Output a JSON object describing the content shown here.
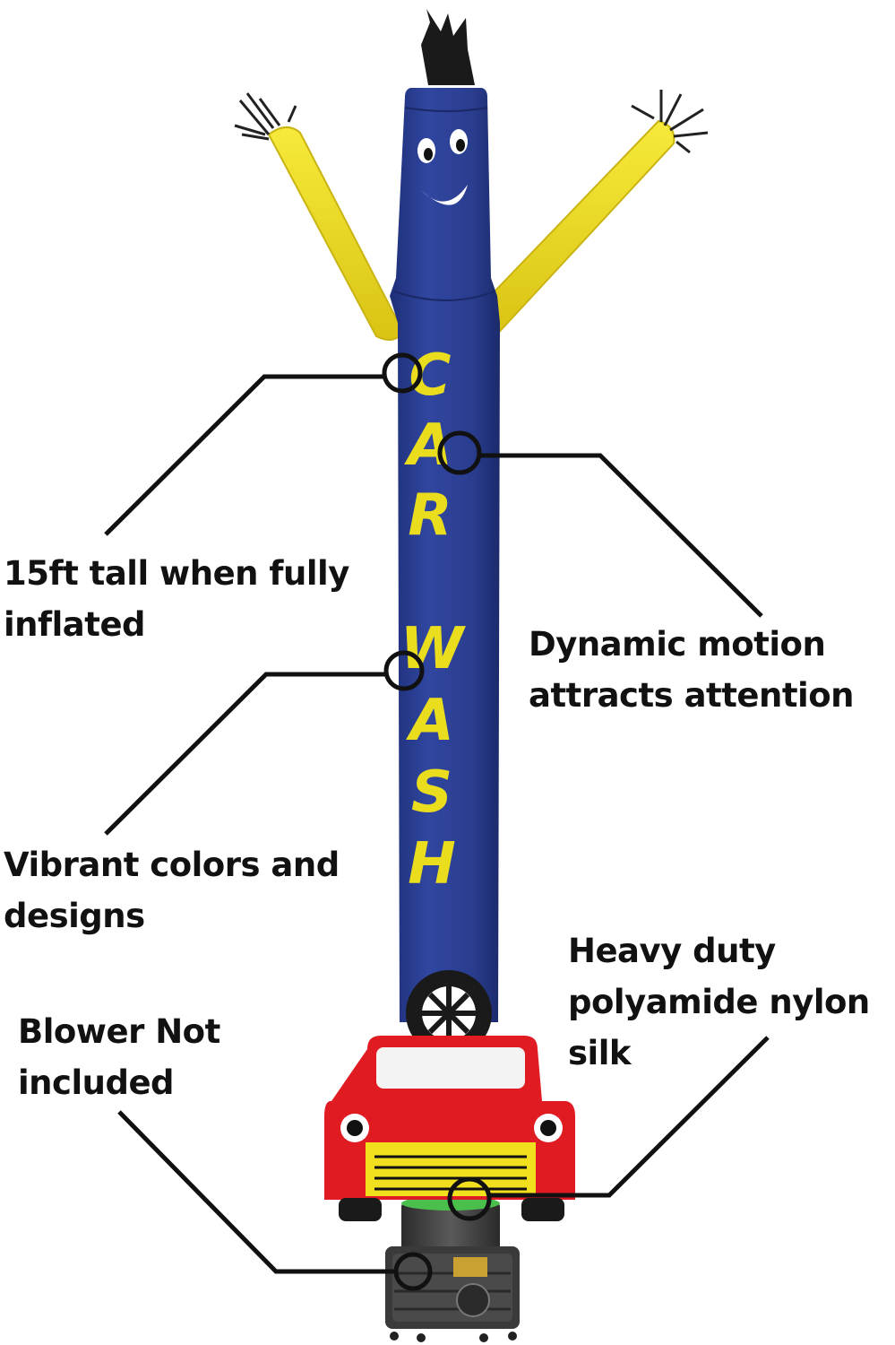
{
  "product": {
    "banner_text": [
      "C",
      "A",
      "R",
      "W",
      "A",
      "S",
      "H"
    ],
    "body_color": "#2a3d8f",
    "arm_color": "#f2e01f",
    "car_color": "#e01b22"
  },
  "callouts": {
    "tall": {
      "line1": "15ft tall when fully",
      "line2": "inflated"
    },
    "motion": {
      "line1": "Dynamic motion",
      "line2": "attracts attention"
    },
    "colors": {
      "line1": "Vibrant colors and",
      "line2": "designs"
    },
    "nylon": {
      "line1": "Heavy duty",
      "line2": "polyamide nylon",
      "line3": "silk"
    },
    "blower": {
      "line1": "Blower Not",
      "line2": "included"
    }
  }
}
